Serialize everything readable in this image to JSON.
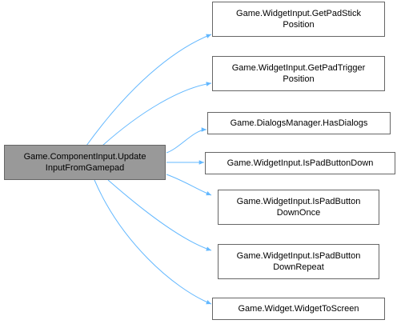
{
  "diagram": {
    "edge_color": "#63b8ff",
    "source": {
      "lines": [
        "Game.ComponentInput.Update",
        "InputFromGamepad"
      ],
      "fill": "#999999"
    },
    "targets": [
      {
        "id": "get-pad-stick-position",
        "lines": [
          "Game.WidgetInput.GetPadStick",
          "Position"
        ]
      },
      {
        "id": "get-pad-trigger-position",
        "lines": [
          "Game.WidgetInput.GetPadTrigger",
          "Position"
        ]
      },
      {
        "id": "has-dialogs",
        "lines": [
          "Game.DialogsManager.HasDialogs"
        ]
      },
      {
        "id": "is-pad-button-down",
        "lines": [
          "Game.WidgetInput.IsPadButtonDown"
        ]
      },
      {
        "id": "is-pad-button-down-once",
        "lines": [
          "Game.WidgetInput.IsPadButton",
          "DownOnce"
        ]
      },
      {
        "id": "is-pad-button-down-repeat",
        "lines": [
          "Game.WidgetInput.IsPadButton",
          "DownRepeat"
        ]
      },
      {
        "id": "widget-to-screen",
        "lines": [
          "Game.Widget.WidgetToScreen"
        ]
      }
    ]
  }
}
